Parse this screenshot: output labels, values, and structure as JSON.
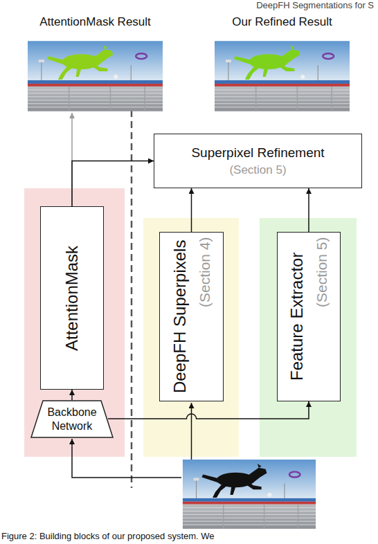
{
  "diagram": {
    "caption": "Figure 2: Building blocks of our proposed system. We",
    "nodes": [
      {
        "text": [
          "AttentionMask Result"
        ]
      },
      {
        "text": [
          "Our Refined Result"
        ]
      },
      {
        "text": [
          "Superpixel Refinement",
          "(Section 5)"
        ]
      },
      {
        "text": [
          "AttentionMask"
        ]
      },
      {
        "text": [
          "DeepFH Superpixels",
          "(Section 4)"
        ]
      },
      {
        "text": [
          "Feature Extractor",
          "(Section 5)"
        ]
      },
      {
        "text": [
          "Backbone Network"
        ]
      }
    ],
    "edges": [
      {
        "from": 6,
        "to": 3,
        "arrow": "to"
      },
      {
        "from": 3,
        "to": 0,
        "arrow": "to"
      },
      {
        "from": 3,
        "to": 2,
        "arrow": "to"
      },
      {
        "from": 4,
        "to": 2,
        "arrow": "to"
      },
      {
        "from": 5,
        "to": 2,
        "arrow": "to"
      },
      {
        "from": 6,
        "to": 5,
        "arrow": "to"
      }
    ],
    "labels": [
      "DeepFH Segmentations for S"
    ]
  }
}
